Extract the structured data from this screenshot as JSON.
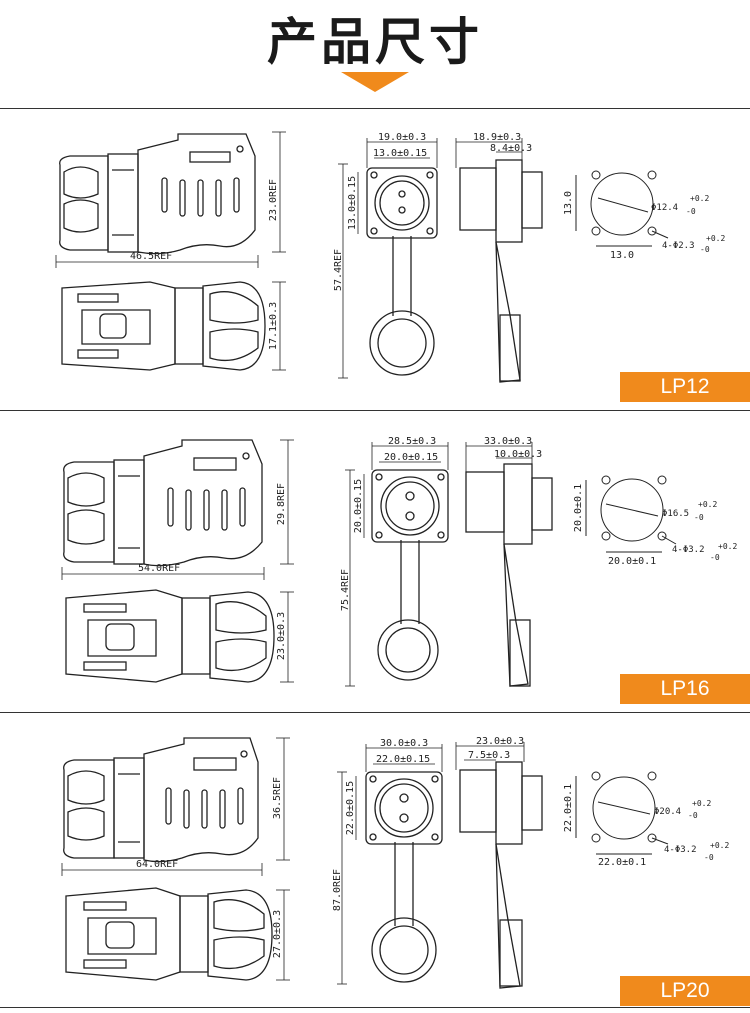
{
  "header": {
    "title": "产品尺寸"
  },
  "colors": {
    "accent": "#f08a1c",
    "line": "#222222"
  },
  "sections": [
    {
      "model": "LP12",
      "dims": {
        "plug_length": "46.5REF",
        "plug_height": "23.0REF",
        "plug_width": "17.1±0.3",
        "flange_outer": "19.0±0.3",
        "flange_inner": "13.0±0.15",
        "flange_side": "13.0±0.15",
        "total_height": "57.4REF",
        "side_depth": "18.9±0.3",
        "side_thread": "8.4±0.3",
        "hole_pitch_v": "13.0",
        "hole_pitch_h": "13.0",
        "panel_cut": "Φ12.4",
        "panel_cut_tol_up": "+0.2",
        "panel_cut_tol_dn": "-0",
        "screw_holes": "4-Φ2.3",
        "screw_tol_up": "+0.2",
        "screw_tol_dn": "-0"
      }
    },
    {
      "model": "LP16",
      "dims": {
        "plug_length": "54.0REF",
        "plug_height": "29.8REF",
        "plug_width": "23.0±0.3",
        "flange_outer": "28.5±0.3",
        "flange_inner": "20.0±0.15",
        "flange_side": "20.0±0.15",
        "total_height": "75.4REF",
        "side_depth": "33.0±0.3",
        "side_thread": "10.0±0.3",
        "hole_pitch_v": "20.0±0.1",
        "hole_pitch_h": "20.0±0.1",
        "panel_cut": "Φ16.5",
        "panel_cut_tol_up": "+0.2",
        "panel_cut_tol_dn": "-0",
        "screw_holes": "4-Φ3.2",
        "screw_tol_up": "+0.2",
        "screw_tol_dn": "-0"
      }
    },
    {
      "model": "LP20",
      "dims": {
        "plug_length": "64.0REF",
        "plug_height": "36.5REF",
        "plug_width": "27.0±0.3",
        "flange_outer": "30.0±0.3",
        "flange_inner": "22.0±0.15",
        "flange_side": "22.0±0.15",
        "total_height": "87.0REF",
        "side_depth": "23.0±0.3",
        "side_thread": "7.5±0.3",
        "hole_pitch_v": "22.0±0.1",
        "hole_pitch_h": "22.0±0.1",
        "panel_cut": "Φ20.4",
        "panel_cut_tol_up": "+0.2",
        "panel_cut_tol_dn": "-0",
        "screw_holes": "4-Φ3.2",
        "screw_tol_up": "+0.2",
        "screw_tol_dn": "-0"
      }
    }
  ]
}
